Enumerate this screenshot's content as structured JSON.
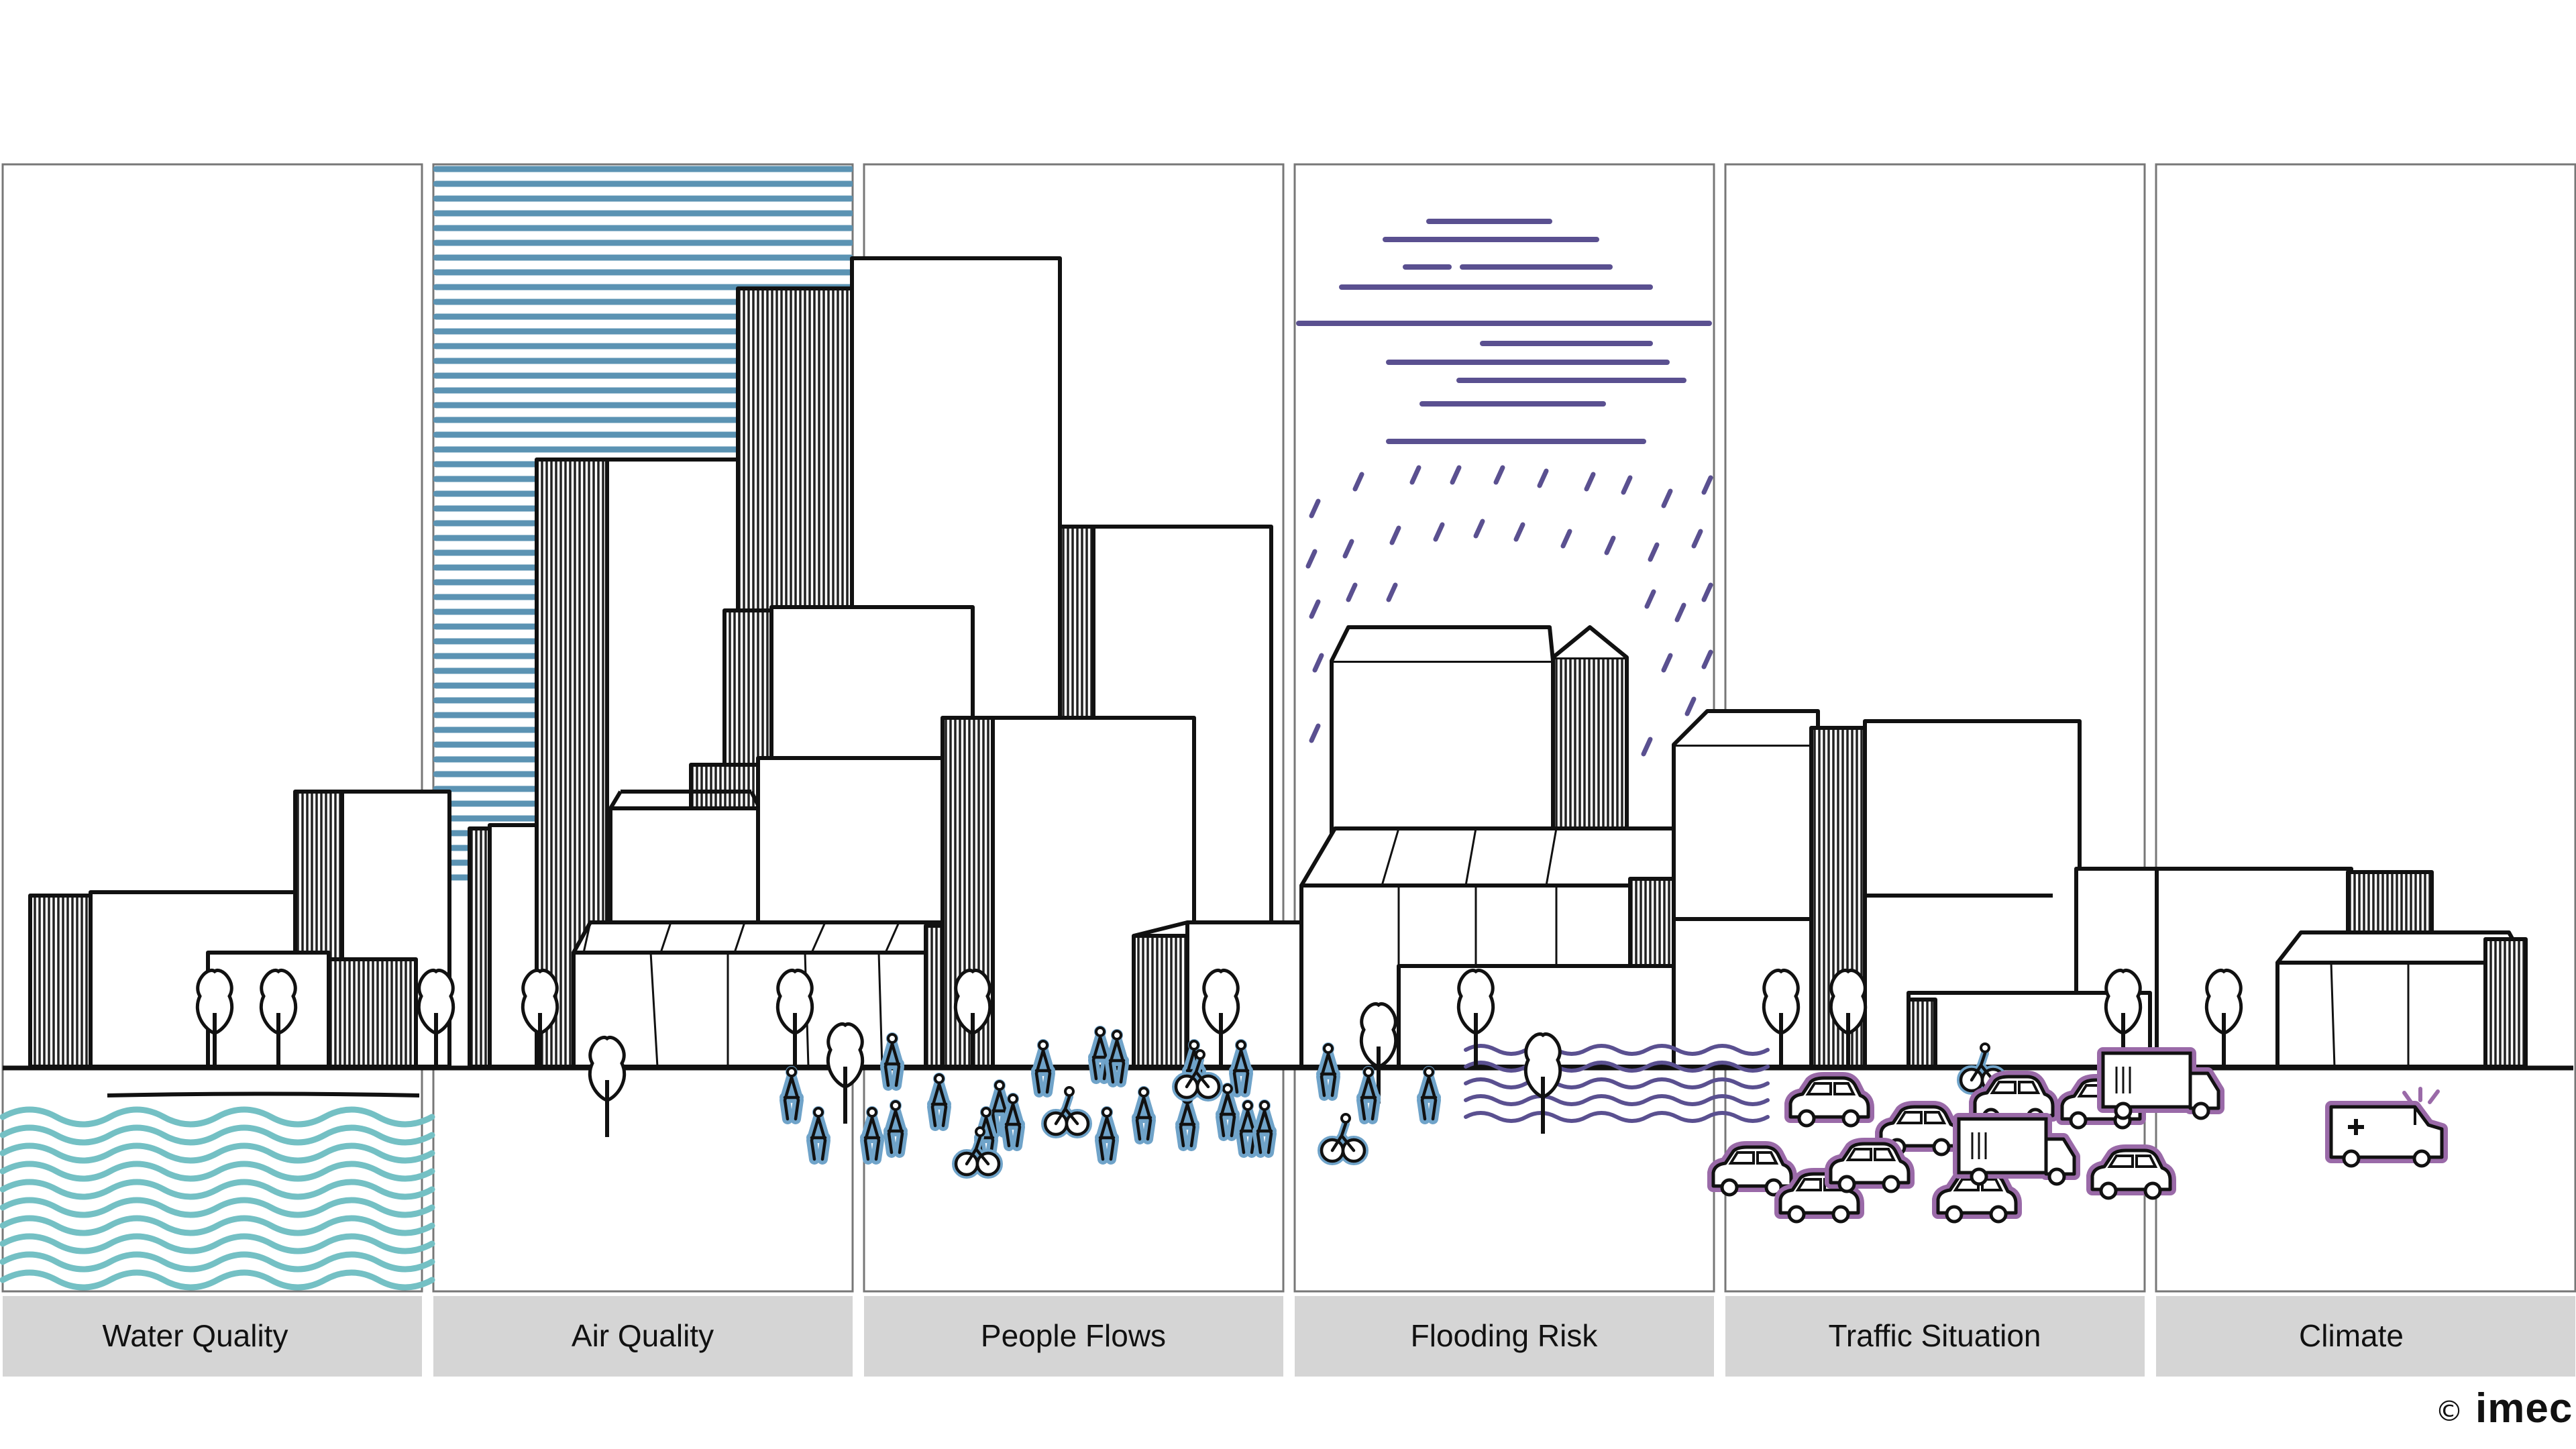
{
  "panels": [
    {
      "label": "Water Quality"
    },
    {
      "label": "Air Quality"
    },
    {
      "label": "People Flows"
    },
    {
      "label": "Flooding Risk"
    },
    {
      "label": "Traffic Situation"
    },
    {
      "label": "Climate"
    }
  ],
  "footer": {
    "copyright_symbol": "©",
    "logo_text": "imec"
  },
  "colors": {
    "water": "#74c0c4",
    "air": "#5b93b3",
    "people": "#6fa3c9",
    "flooding": "#5a5090",
    "traffic": "#9a6aa8",
    "label_bg": "#d5d5d5",
    "ink": "#111111"
  },
  "icons": [
    "tree-icon",
    "pedestrian-icon",
    "bicycle-icon",
    "car-icon",
    "truck-icon",
    "ambulance-icon",
    "rain-icon",
    "cloud-icon",
    "wave-icon"
  ]
}
